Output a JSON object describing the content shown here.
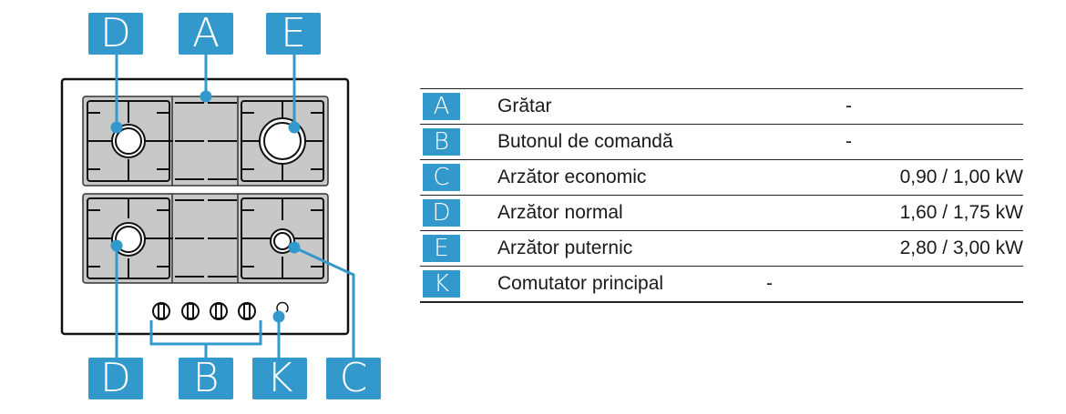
{
  "diagram": {
    "top_labels": [
      "D",
      "A",
      "E"
    ],
    "bottom_labels": [
      "D",
      "B",
      "K",
      "C"
    ],
    "label_color": "#3399cc",
    "knob_count": 4
  },
  "legend": {
    "rows": [
      {
        "key": "A",
        "name": "Grătar",
        "value": "-"
      },
      {
        "key": "B",
        "name": "Butonul de comandă",
        "value": "-"
      },
      {
        "key": "C",
        "name": "Arzător economic",
        "value": "0,90 / 1,00 kW"
      },
      {
        "key": "D",
        "name": "Arzător normal",
        "value": "1,60 / 1,75 kW"
      },
      {
        "key": "E",
        "name": "Arzător puternic",
        "value": "2,80 / 3,00 kW"
      },
      {
        "key": "K",
        "name": "Comutator principal",
        "value": "-"
      }
    ]
  }
}
